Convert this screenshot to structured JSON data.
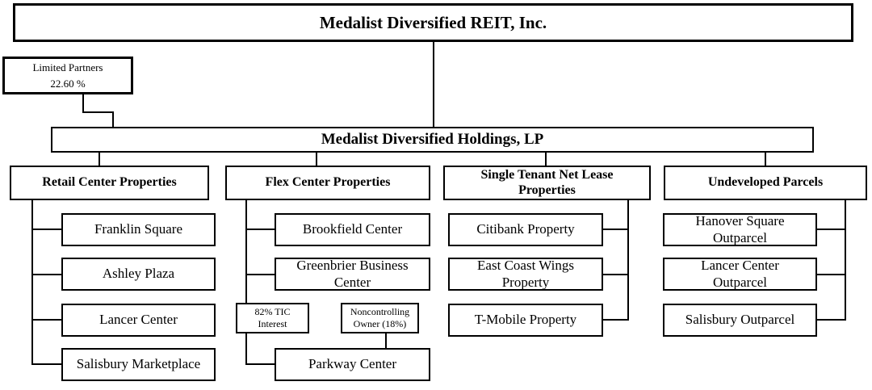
{
  "chart": {
    "background": "#ffffff",
    "line_color": "#000000",
    "box_fill": "#ffffff",
    "root": {
      "label": "Medalist Diversified REIT, Inc."
    },
    "limited_partners": {
      "name": "Limited Partners",
      "ownership": "22.60 %"
    },
    "holdings": {
      "label": "Medalist Diversified Holdings, LP"
    },
    "groups": [
      {
        "header": "Retail Center Properties",
        "children": [
          "Franklin Square",
          "Ashley Plaza",
          "Lancer Center",
          "Salisbury Marketplace"
        ]
      },
      {
        "header": "Flex Center Properties",
        "children": [
          "Brookfield Center",
          "Greenbrier Business\nCenter",
          "Parkway Center"
        ],
        "tic_interest": "82% TIC\nInterest",
        "noncontrolling_owner": "Noncontrolling\nOwner (18%)"
      },
      {
        "header": "Single Tenant Net Lease\nProperties",
        "children": [
          "Citibank Property",
          "East Coast Wings\nProperty",
          "T-Mobile Property"
        ]
      },
      {
        "header": "Undeveloped Parcels",
        "children": [
          "Hanover Square\nOutparcel",
          "Lancer Center\nOutparcel",
          "Salisbury Outparcel"
        ]
      }
    ]
  }
}
